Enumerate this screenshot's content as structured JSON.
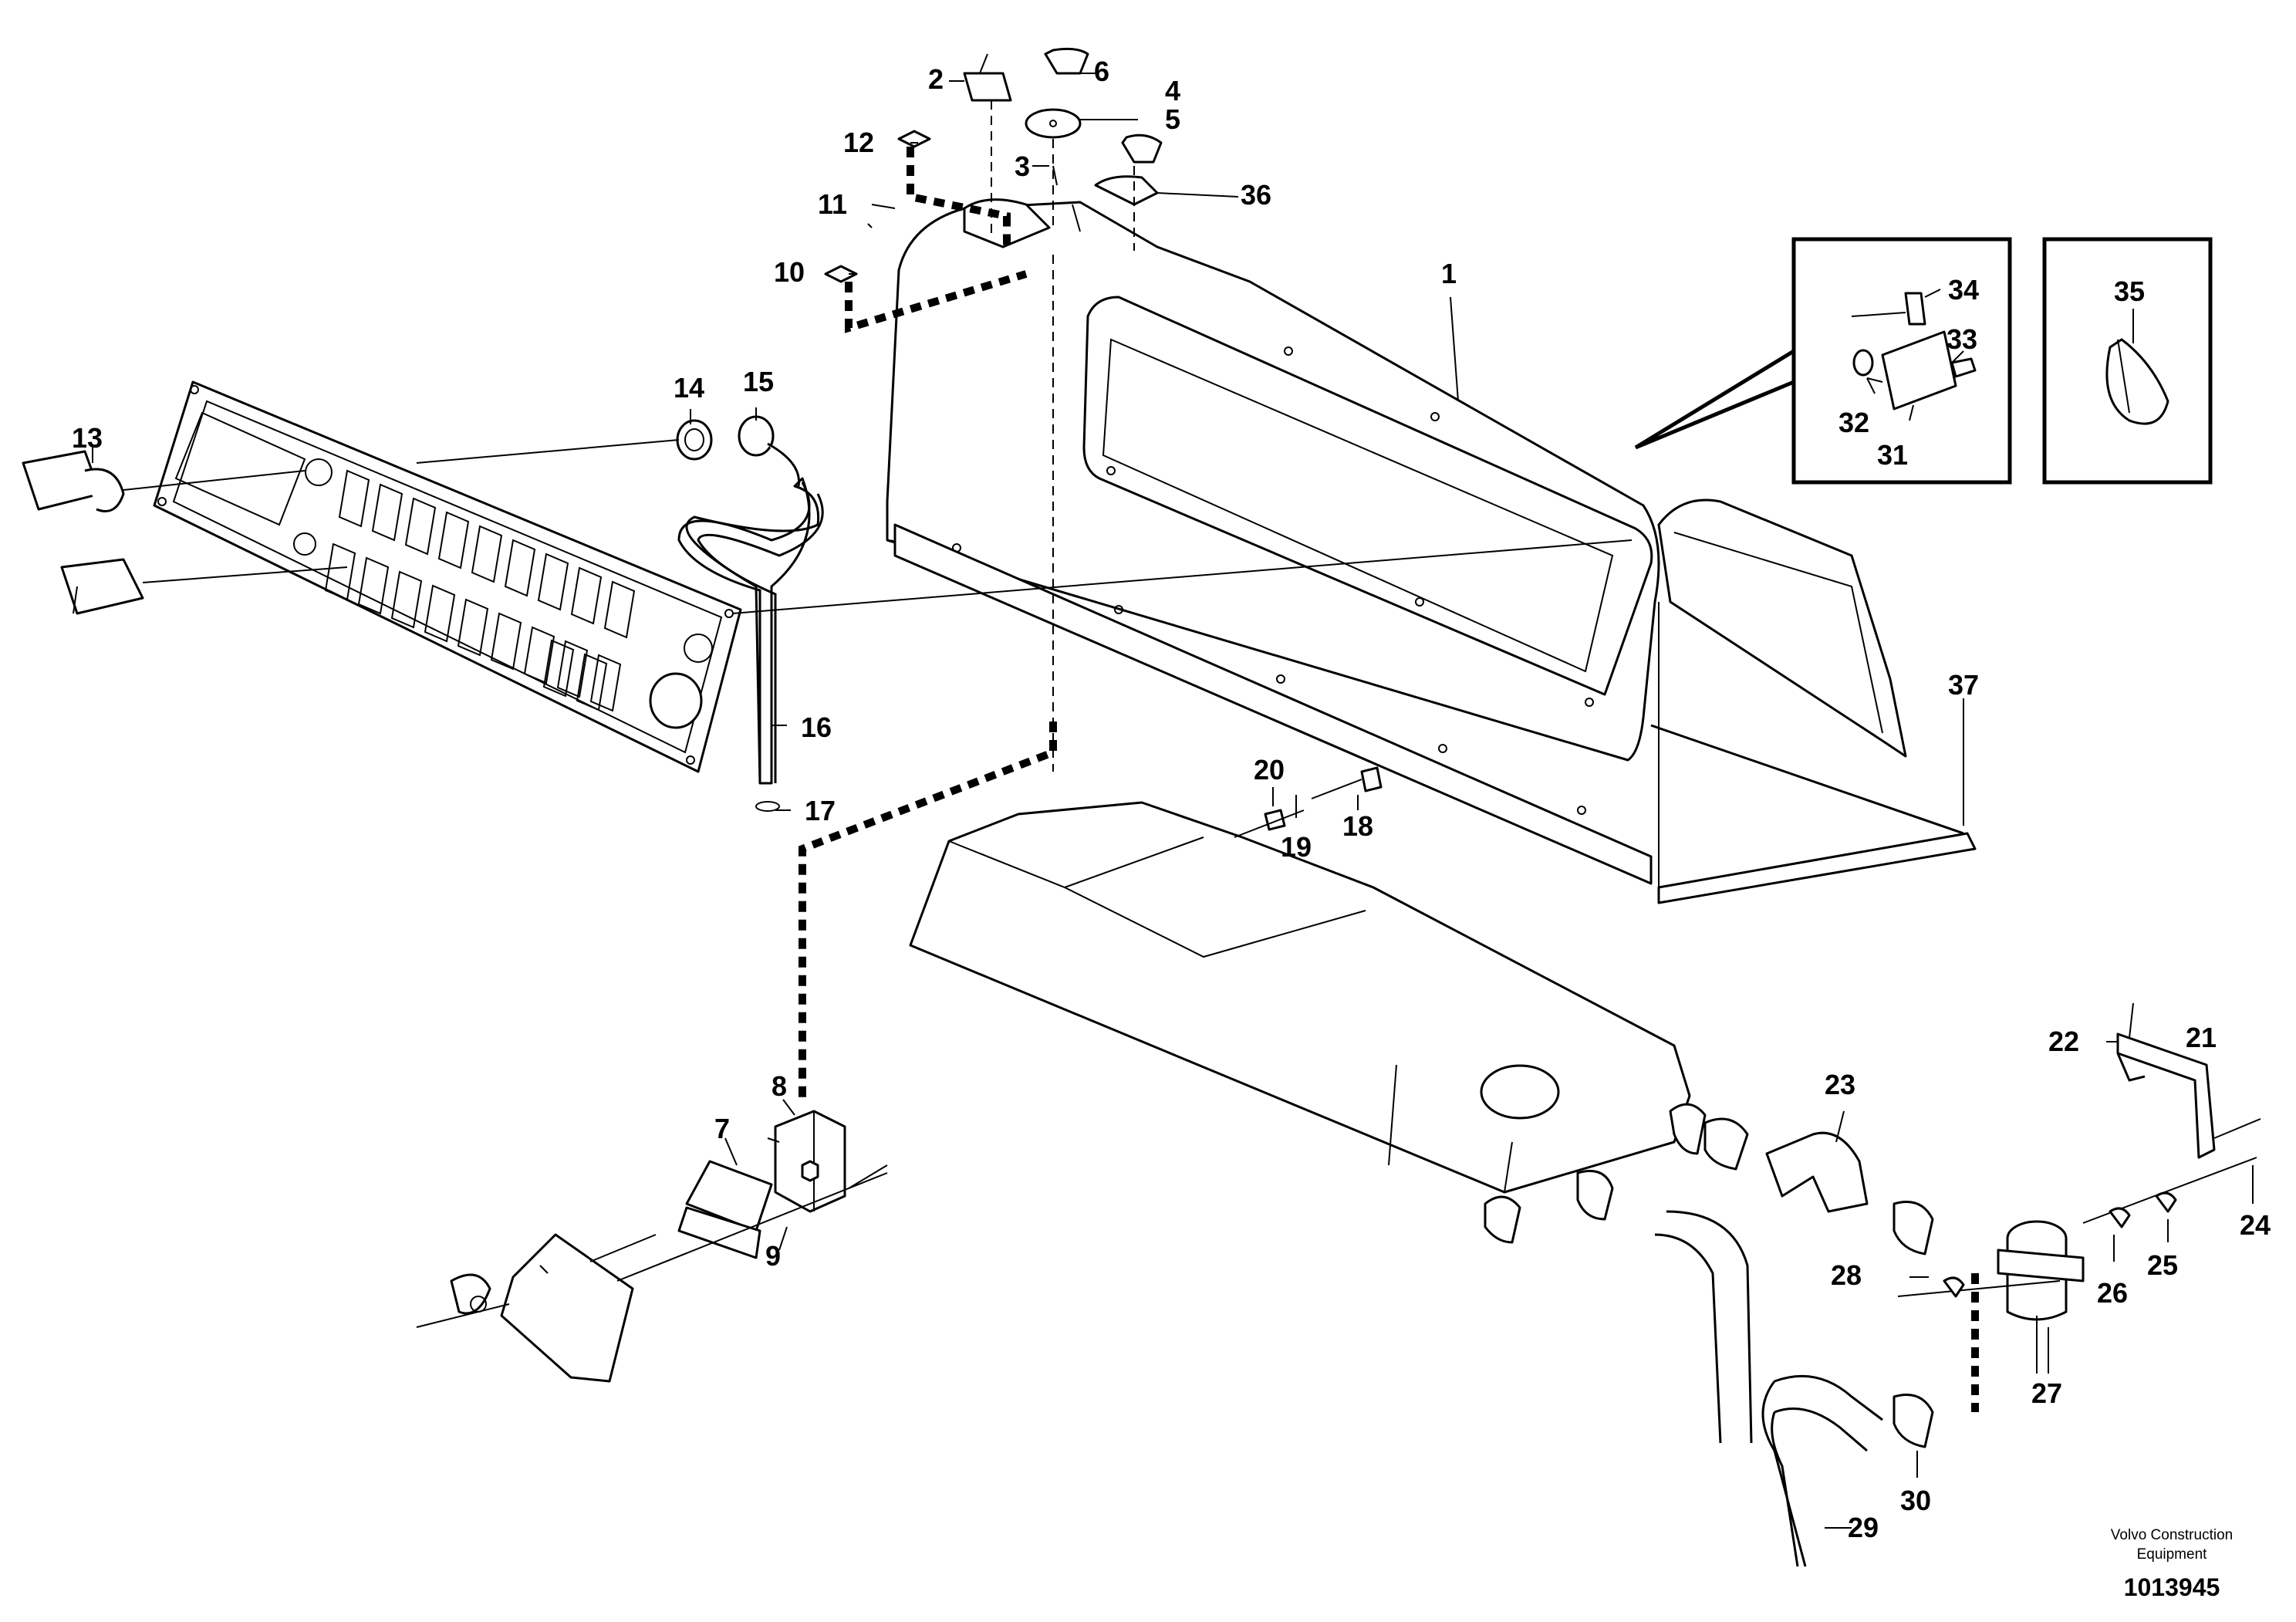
{
  "callouts": {
    "c1": "1",
    "c2": "2",
    "c3": "3",
    "c4": "4",
    "c5": "5",
    "c6": "6",
    "c7": "7",
    "c8": "8",
    "c9": "9",
    "c10": "10",
    "c11": "11",
    "c12": "12",
    "c13": "13",
    "c14": "14",
    "c15": "15",
    "c16": "16",
    "c17": "17",
    "c18": "18",
    "c19": "19",
    "c20": "20",
    "c21": "21",
    "c22": "22",
    "c23": "23",
    "c24": "24",
    "c25": "25",
    "c26": "26",
    "c27": "27",
    "c28": "28",
    "c29": "29",
    "c30": "30",
    "c31": "31",
    "c32": "32",
    "c33": "33",
    "c34": "34",
    "c35": "35",
    "c36": "36",
    "c37": "37"
  },
  "credit": {
    "line1": "Volvo Construction",
    "line2": "Equipment",
    "doc_number": "1013945"
  }
}
